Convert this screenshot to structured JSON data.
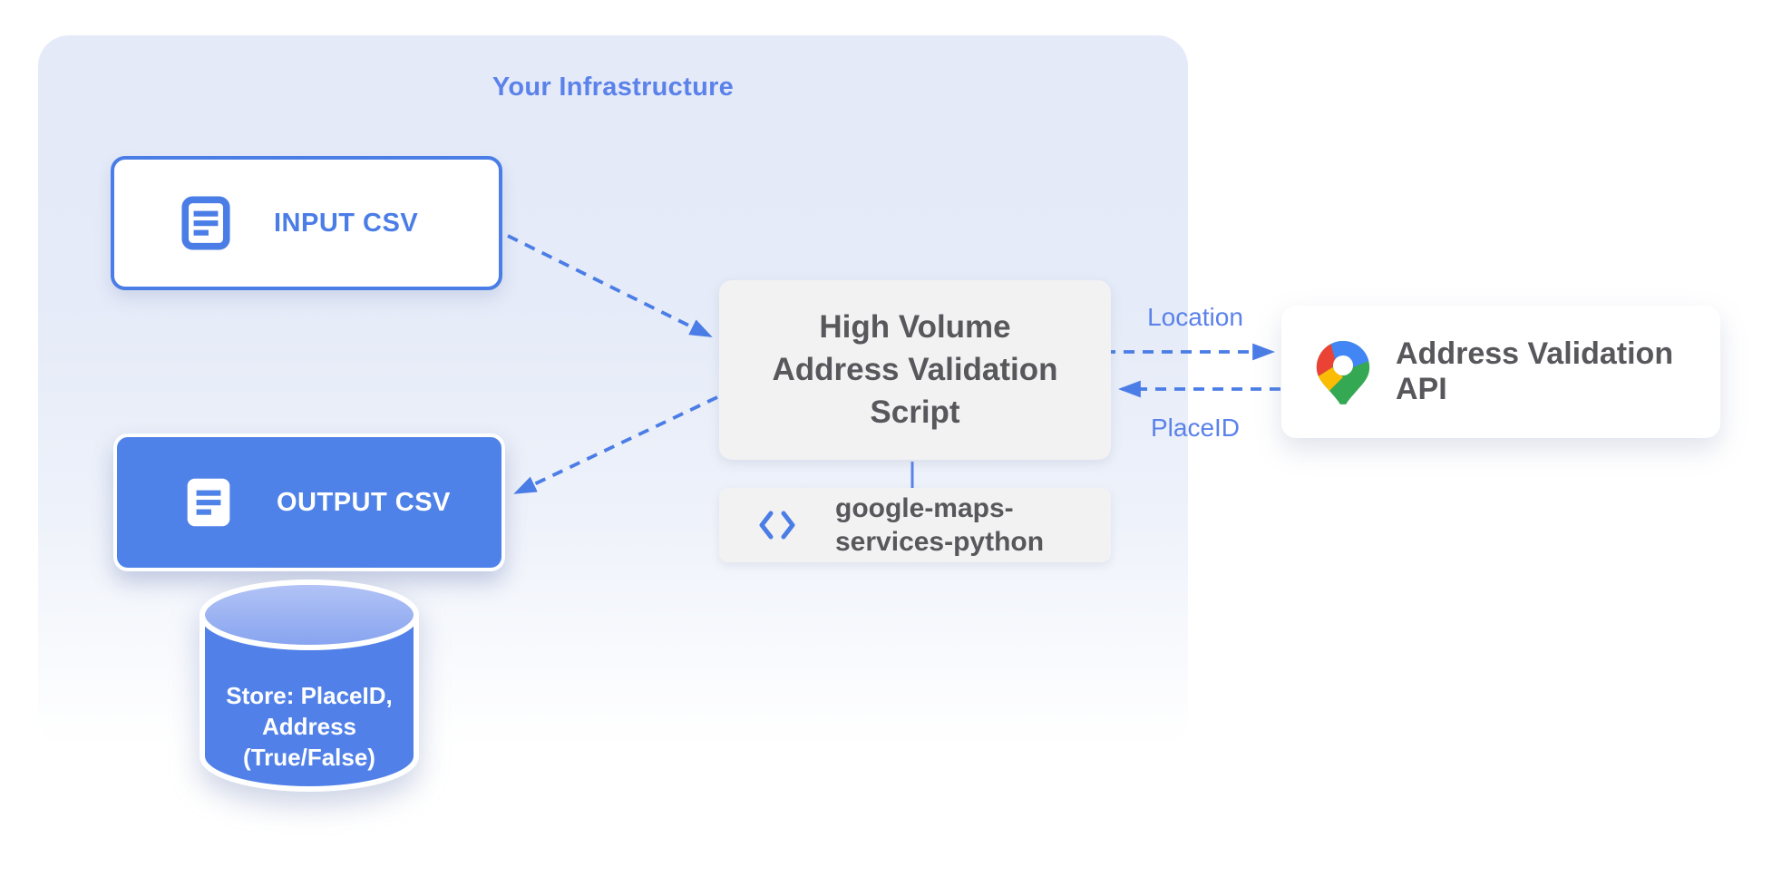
{
  "infrastructure": {
    "label": "Your Infrastructure"
  },
  "nodes": {
    "input_csv": {
      "label": "INPUT CSV",
      "icon": "document-lines-icon"
    },
    "output_csv": {
      "label": "OUTPUT CSV",
      "icon": "document-lines-icon"
    },
    "script": {
      "lines": [
        "High Volume",
        "Address Validation",
        "Script"
      ]
    },
    "library": {
      "lines": [
        "google-maps-",
        "services-python"
      ],
      "icon": "code-icon"
    },
    "api": {
      "label": "Address Validation API",
      "icon": "google-maps-pin-icon"
    },
    "datastore": {
      "lines": [
        "Store: PlaceID,",
        "Address",
        "(True/False)"
      ]
    }
  },
  "edges": {
    "location_label": "Location",
    "placeid_label": "PlaceID"
  },
  "colors": {
    "accent_blue": "#4b7de6",
    "label_blue": "#5b82ea",
    "output_box_blue": "#4f82e8",
    "cylinder_body_blue": "#5181e8",
    "cylinder_top_light": "#b0c1f5",
    "container_bg_top": "#e4eaf8",
    "node_gray_bg": "#f2f2f3",
    "dark_text": "#58585c",
    "pin_blue": "#4285f4",
    "pin_red": "#ea4335",
    "pin_yellow": "#fbbc04",
    "pin_green": "#34a853"
  }
}
